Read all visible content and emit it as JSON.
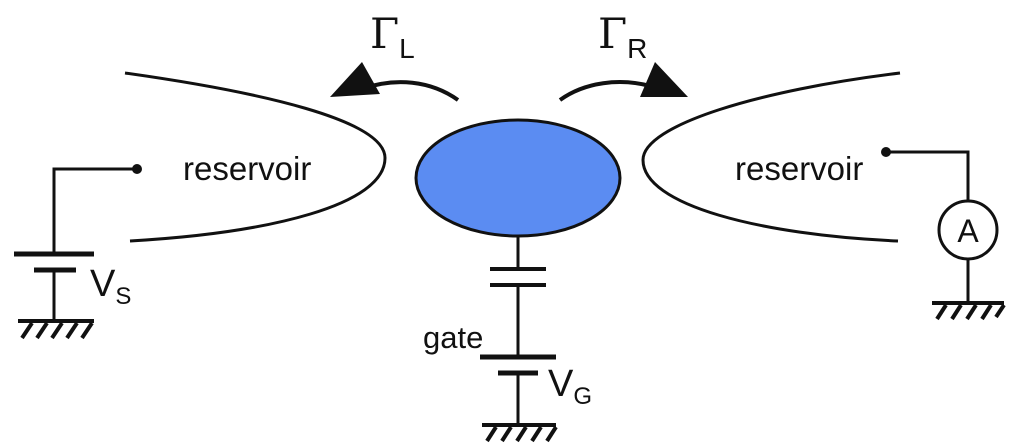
{
  "left_reservoir": {
    "label": "reservoir"
  },
  "right_reservoir": {
    "label": "reservoir"
  },
  "rates": {
    "left": {
      "symbol": "Γ",
      "subscript": "L"
    },
    "right": {
      "symbol": "Γ",
      "subscript": "R"
    }
  },
  "source": {
    "symbol": "V",
    "subscript": "S"
  },
  "gate": {
    "label": "gate",
    "symbol": "V",
    "subscript": "G"
  },
  "ammeter": {
    "label": "A"
  },
  "colors": {
    "dot": "#5b8cf2",
    "line": "#111111"
  }
}
